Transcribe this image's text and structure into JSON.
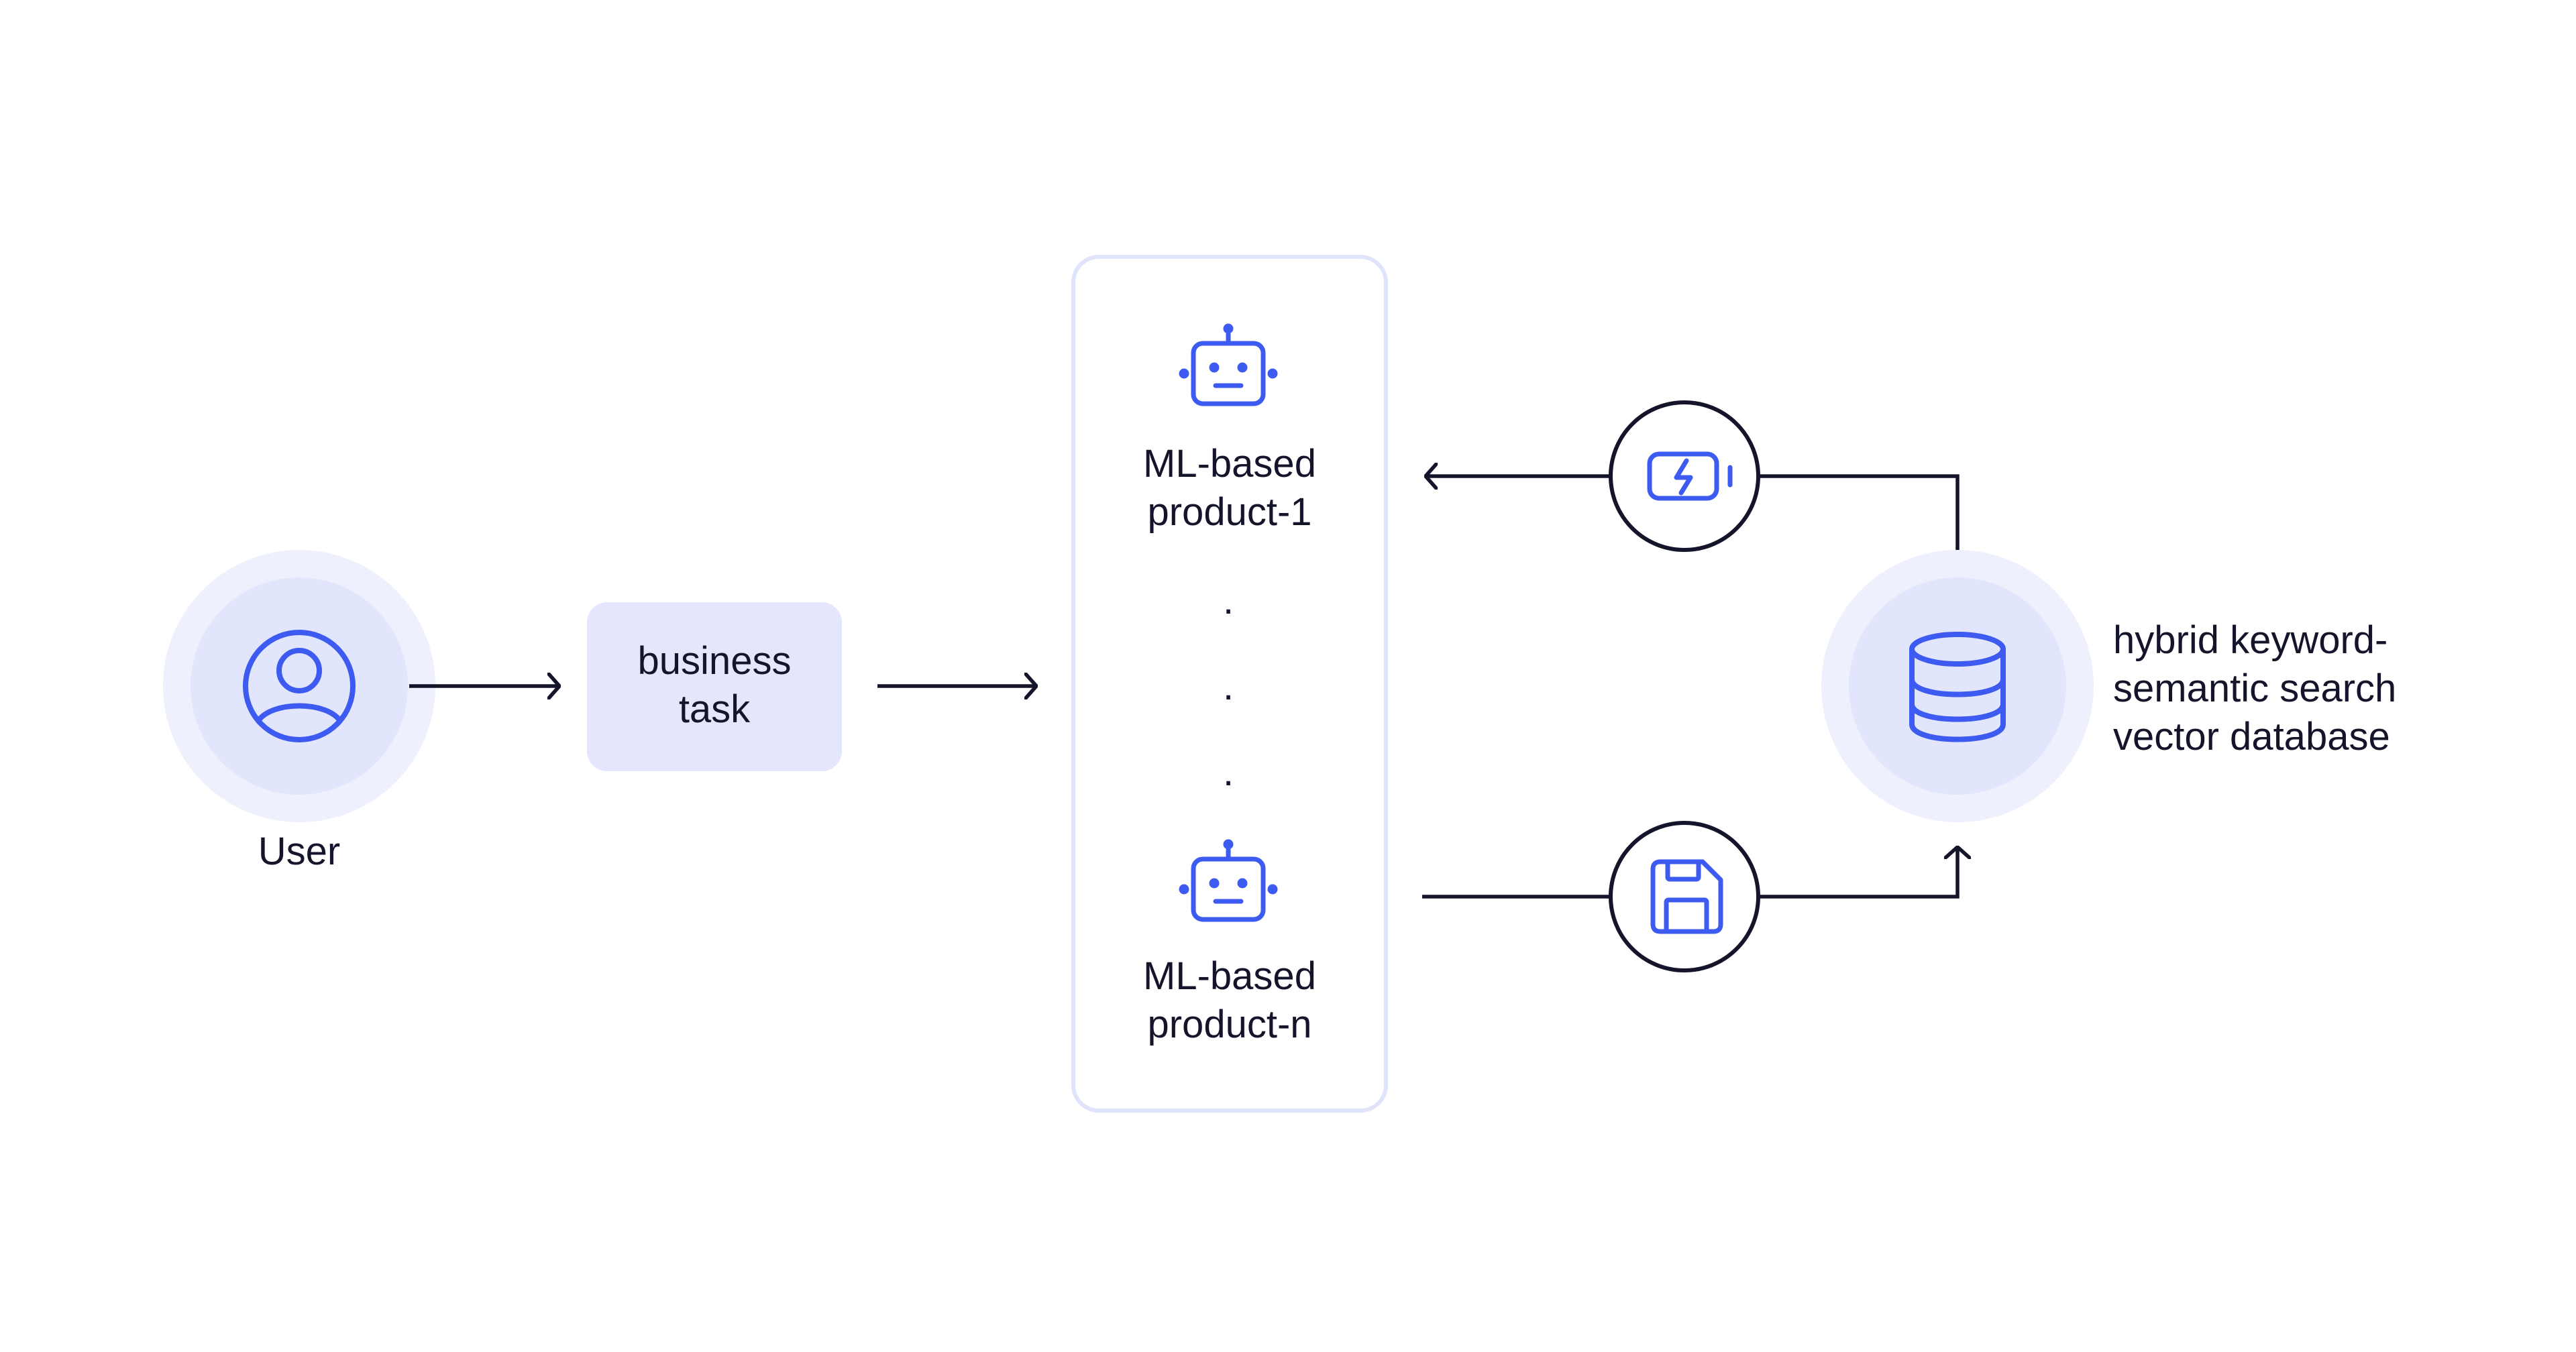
{
  "user": {
    "label": "User",
    "icon": "user-icon"
  },
  "business_task": {
    "line1": "business",
    "line2": "task"
  },
  "products": [
    {
      "line1": "ML-based",
      "line2": "product-1",
      "icon": "robot-icon"
    },
    {
      "line1": "ML-based",
      "line2": "product-n",
      "icon": "robot-icon"
    }
  ],
  "ellipsis": [
    ".",
    ".",
    "."
  ],
  "database": {
    "line1": "hybrid keyword-",
    "line2": "semantic search",
    "line3": "vector database",
    "icon": "database-icon"
  },
  "connectors": {
    "retrieve_icon": "battery-charging-icon",
    "store_icon": "save-disk-icon"
  },
  "colors": {
    "accent": "#3d5af1",
    "light_circle_outer": "#eef0fd",
    "light_circle_inner": "#e2e6fc",
    "task_box_fill": "#e3e6fc",
    "panel_border": "#e0e4fa",
    "line": "#14142b"
  }
}
